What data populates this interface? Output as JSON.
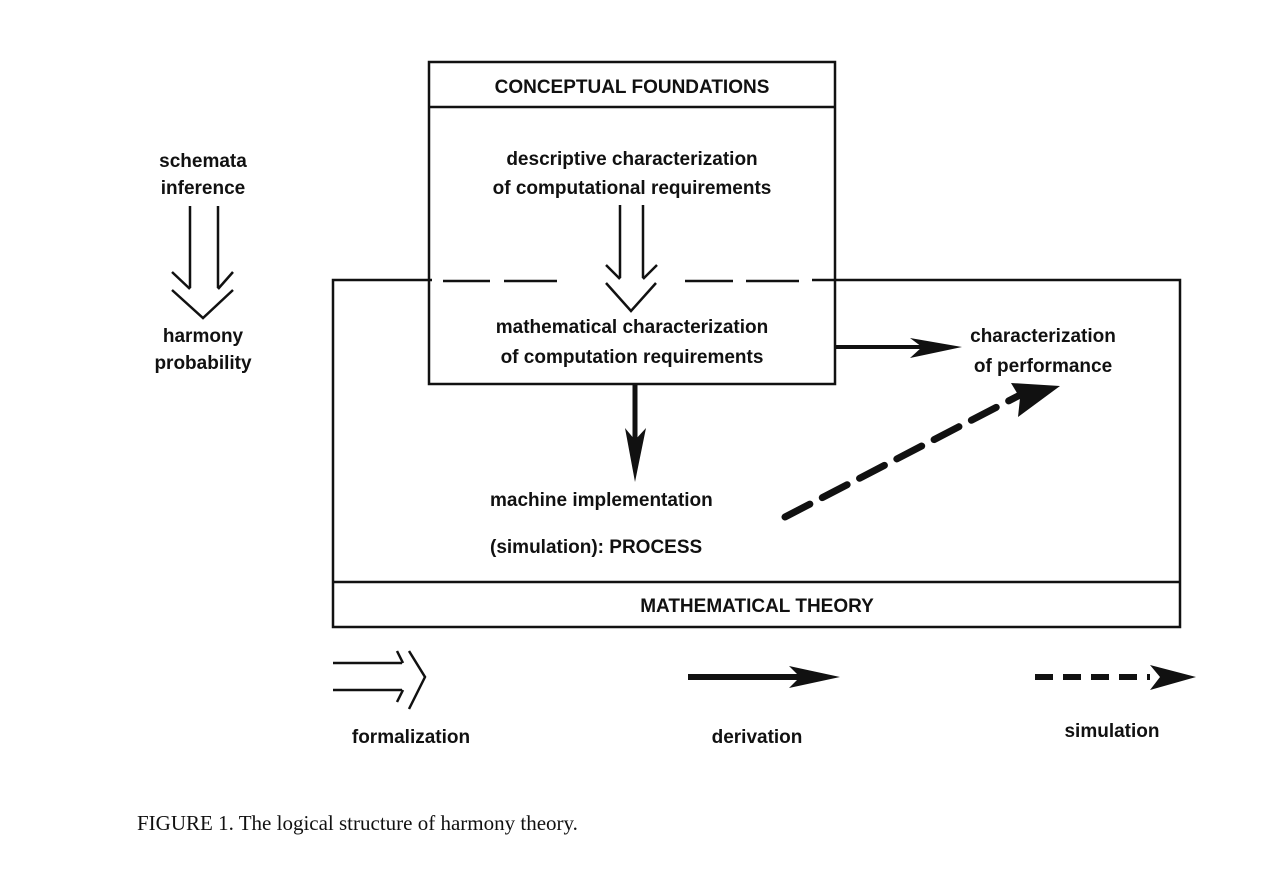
{
  "diagram": {
    "conceptual_box": {
      "title": "CONCEPTUAL FOUNDATIONS",
      "descriptive": [
        "descriptive characterization",
        "of computational requirements"
      ],
      "mathematical": [
        "mathematical characterization",
        "of computation requirements"
      ]
    },
    "side_note": {
      "top": [
        "schemata",
        "inference"
      ],
      "bottom": [
        "harmony",
        "probability"
      ]
    },
    "performance": [
      "characterization",
      "of performance"
    ],
    "machine": [
      "machine implementation",
      "(simulation):  PROCESS"
    ],
    "theory_box": {
      "title": "MATHEMATICAL THEORY"
    },
    "legend": [
      {
        "label": "formalization",
        "style": "double-arrow"
      },
      {
        "label": "derivation",
        "style": "solid-arrow"
      },
      {
        "label": "simulation",
        "style": "dashed-arrow"
      }
    ],
    "edges": [
      {
        "from": "schemata inference",
        "to": "harmony probability",
        "type": "formalization"
      },
      {
        "from": "descriptive characterization",
        "to": "mathematical characterization",
        "type": "formalization"
      },
      {
        "from": "mathematical characterization",
        "to": "characterization of performance",
        "type": "derivation"
      },
      {
        "from": "mathematical characterization",
        "to": "machine implementation",
        "type": "derivation"
      },
      {
        "from": "machine implementation",
        "to": "characterization of performance",
        "type": "simulation"
      }
    ]
  },
  "caption": "FIGURE 1.  The logical structure of harmony theory."
}
